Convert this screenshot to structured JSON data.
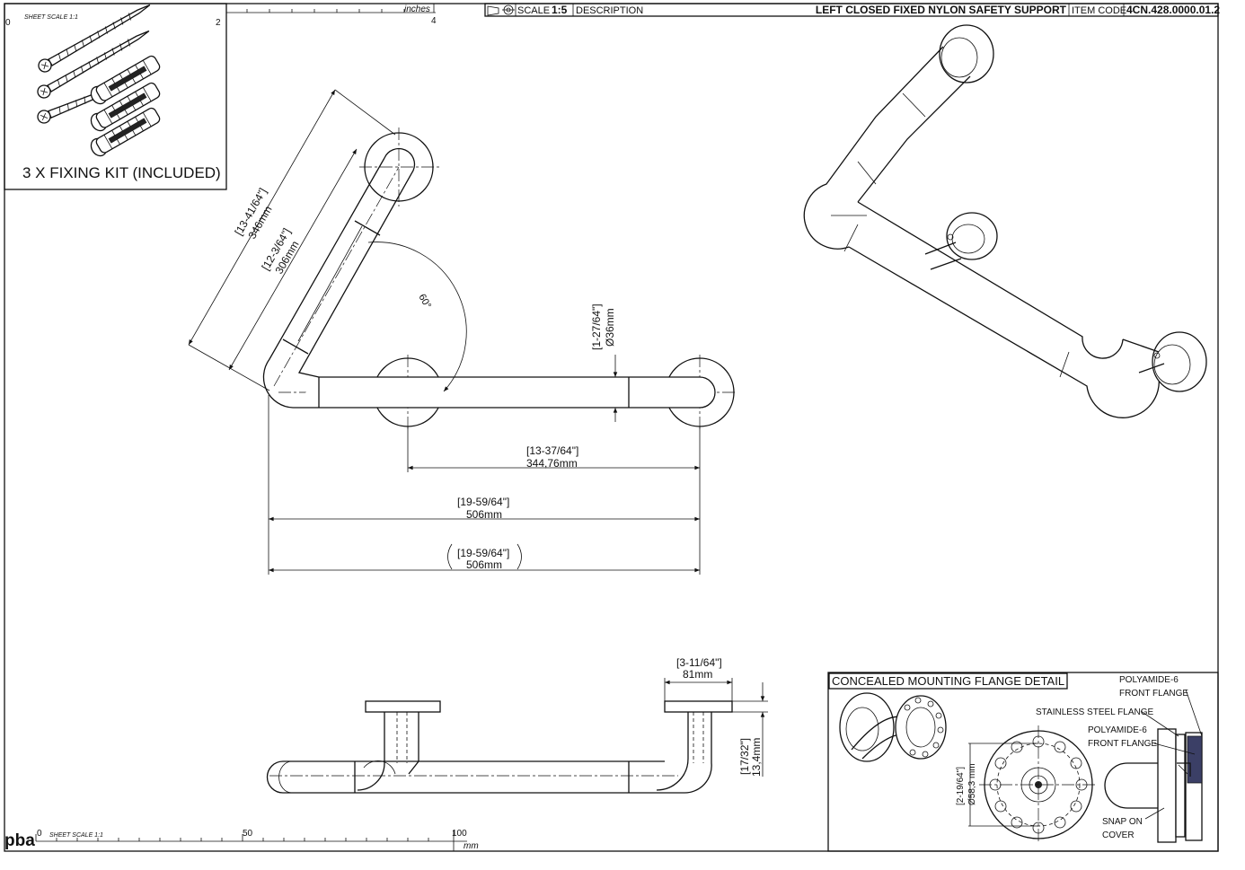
{
  "title_block": {
    "scale_label": "SCALE",
    "scale_value": "1:5",
    "description_label": "DESCRIPTION",
    "description": "LEFT CLOSED FIXED NYLON SAFETY SUPPORT",
    "item_code_label": "ITEM CODE",
    "item_code": "4CN.428.0000.01.2"
  },
  "fixing_kit": {
    "sheet_scale": "SHEET SCALE 1:1",
    "caption": "3 X FIXING KIT (INCLUDED)",
    "ruler_unit": "inches",
    "ruler_ticks": [
      "0",
      "2",
      "4"
    ]
  },
  "dimensions": {
    "outer_length_in": "[13-41/64\"]",
    "outer_length_mm": "346mm",
    "inner_length_in": "[12-3/64\"]",
    "inner_length_mm": "306mm",
    "angle": "60°",
    "diameter_in": "[1-27/64\"]",
    "diameter_mm": "Ø36mm",
    "flange_span_in": "[13-37/64\"]",
    "flange_span_mm": "344,76mm",
    "total_length_in": "[19-59/64\"]",
    "total_length_mm": "506mm",
    "ref_length_in": "[19-59/64\"]",
    "ref_length_mm": "506mm",
    "flange_width_in": "[3-11/64\"]",
    "flange_width_mm": "81mm",
    "flange_depth_in": "[17/32\"]",
    "flange_depth_mm": "13,4mm"
  },
  "bottom_ruler": {
    "logo": "pba",
    "sheet_scale": "SHEET SCALE 1:1",
    "ticks": [
      "0",
      "50",
      "100"
    ],
    "unit": "mm"
  },
  "detail": {
    "title": "CONCEALED MOUNTING FLANGE DETAIL",
    "diameter_in": "[2-19/64\"]",
    "diameter_mm": "Ø58,3 mm",
    "callouts": {
      "poly_front_1a": "POLYAMIDE-6",
      "poly_front_1b": "FRONT FLANGE",
      "steel_flange": "STAINLESS STEEL FLANGE",
      "poly_front_2a": "POLYAMIDE-6",
      "poly_front_2b": "FRONT FLANGE",
      "snap_a": "SNAP ON",
      "snap_b": "COVER"
    }
  }
}
